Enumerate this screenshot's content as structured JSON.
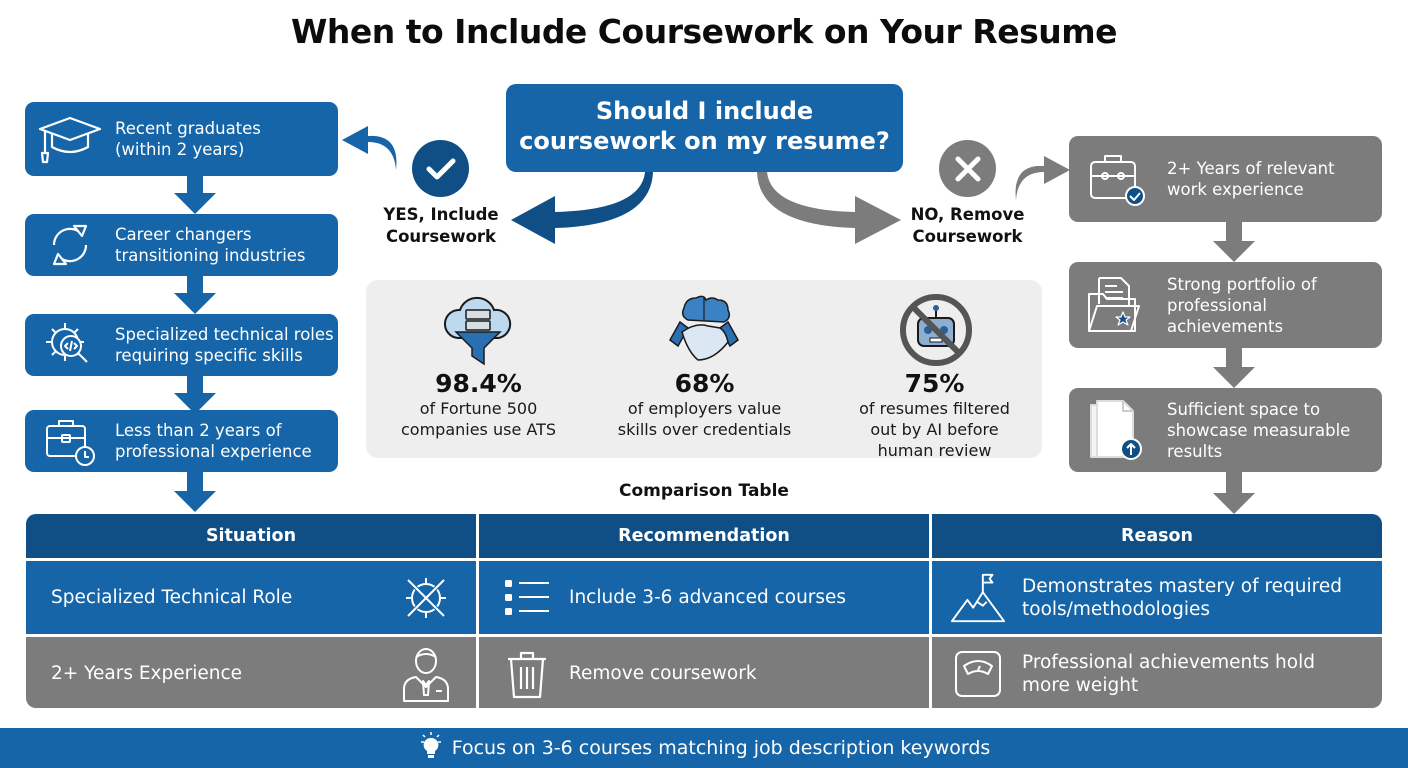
{
  "title": "When to Include Coursework on Your Resume",
  "question": {
    "line1": "Should I include",
    "line2": "coursework on my resume?"
  },
  "yes_branch": {
    "icon": "checkmark-circle-icon",
    "line1": "YES, Include",
    "line2": "Coursework",
    "color": "#1565a8",
    "items": [
      {
        "icon": "graduation-cap-icon",
        "line1": "Recent graduates",
        "line2": "(within 2 years)"
      },
      {
        "icon": "refresh-cycle-icon",
        "line1": "Career changers",
        "line2": "transitioning industries"
      },
      {
        "icon": "gear-code-search-icon",
        "line1": "Specialized technical roles",
        "line2": "requiring specific skills"
      },
      {
        "icon": "briefcase-clock-icon",
        "line1": "Less than 2 years of",
        "line2": "professional experience"
      }
    ]
  },
  "no_branch": {
    "icon": "x-circle-icon",
    "line1": "NO, Remove",
    "line2": "Coursework",
    "color": "#7c7c7c",
    "items": [
      {
        "icon": "briefcase-check-icon",
        "line1": "2+ Years of relevant",
        "line2": "work experience",
        "line3": ""
      },
      {
        "icon": "folder-star-icon",
        "line1": "Strong portfolio of",
        "line2": "professional",
        "line3": "achievements"
      },
      {
        "icon": "document-upload-icon",
        "line1": "Sufficient space to",
        "line2": "showcase measurable",
        "line3": "results"
      }
    ]
  },
  "stats": [
    {
      "icon": "cloud-server-funnel-icon",
      "value": "98.4%",
      "line1": "of Fortune 500",
      "line2": "companies use ATS",
      "line3": ""
    },
    {
      "icon": "brain-handshake-icon",
      "value": "68%",
      "line1": "of employers value",
      "line2": "skills over credentials",
      "line3": ""
    },
    {
      "icon": "no-robot-icon",
      "value": "75%",
      "line1": "of resumes filtered",
      "line2": "out by AI before",
      "line3": "human review"
    }
  ],
  "comparison": {
    "title": "Comparison Table",
    "headers": [
      "Situation",
      "Recommendation",
      "Reason"
    ],
    "rows": [
      {
        "situation": "Specialized Technical Role",
        "situation_icon": "tools-gear-icon",
        "recommendation": "Include 3-6 advanced courses",
        "recommendation_icon": "bullet-list-icon",
        "reason_line1": "Demonstrates mastery of required",
        "reason_line2": "tools/methodologies",
        "reason_icon": "mountain-flag-icon"
      },
      {
        "situation": "2+ Years Experience",
        "situation_icon": "professional-person-icon",
        "recommendation": "Remove coursework",
        "recommendation_icon": "trash-can-icon",
        "reason_line1": "Professional achievements hold",
        "reason_line2": "more weight",
        "reason_icon": "weight-scale-icon"
      }
    ]
  },
  "footer": {
    "icon": "lightbulb-icon",
    "text": "Focus on 3-6 courses matching job description keywords"
  },
  "colors": {
    "primary_blue": "#1565a8",
    "header_blue": "#0f4f86",
    "gray": "#7c7c7c",
    "stats_bg": "#eeeeee"
  }
}
